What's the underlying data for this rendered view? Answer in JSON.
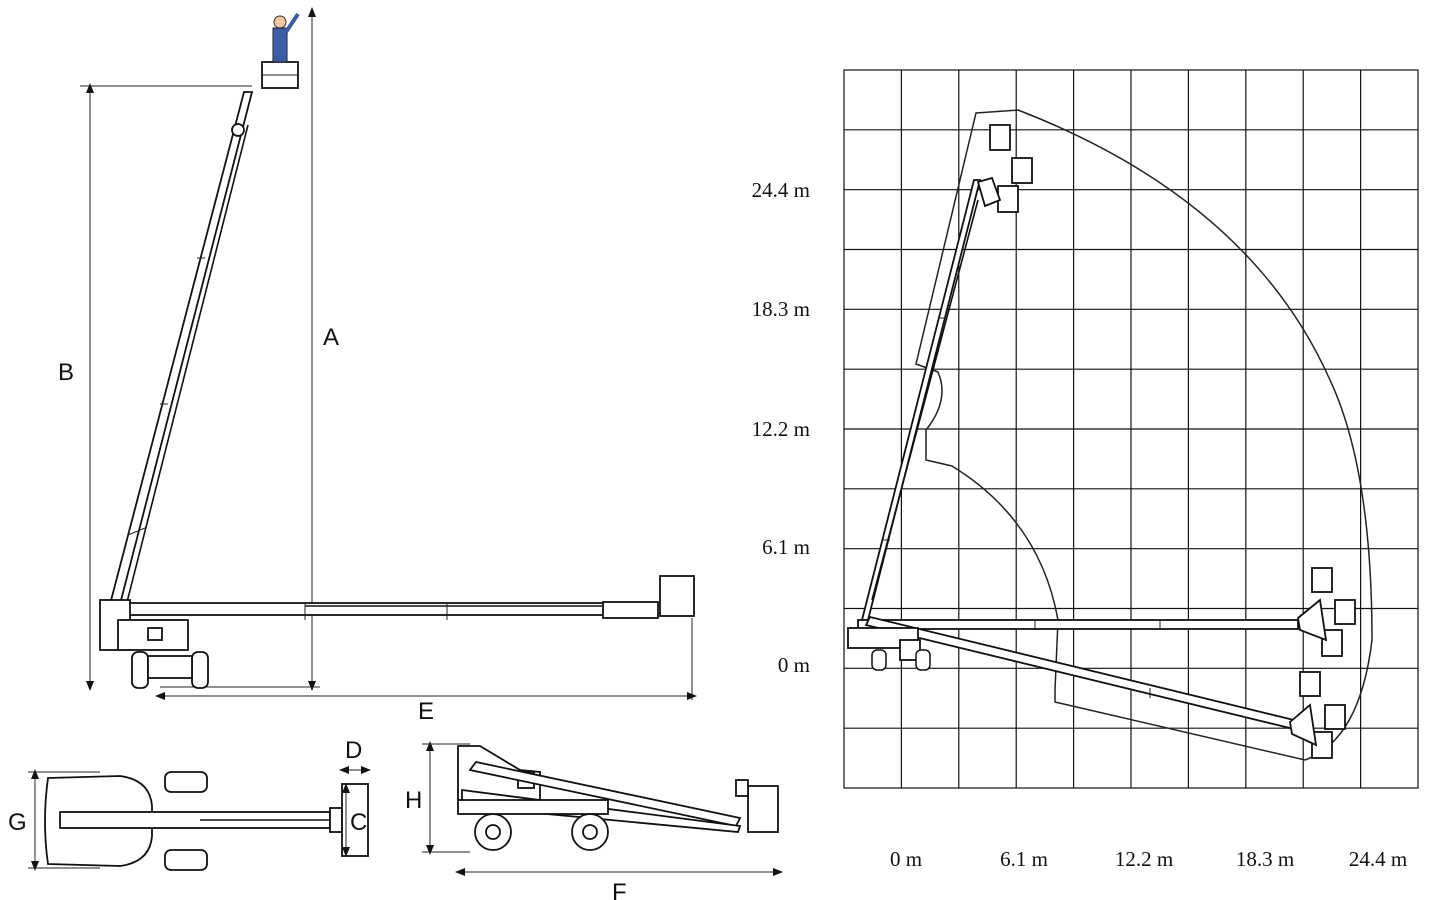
{
  "dimension_labels": {
    "a": "A",
    "b": "B",
    "c": "C",
    "d": "D",
    "e": "E",
    "f": "F",
    "g": "G",
    "h": "H"
  },
  "range_chart": {
    "y_labels": [
      "24.4 m",
      "18.3 m",
      "12.2 m",
      "6.1 m",
      "0 m"
    ],
    "x_labels": [
      "0 m",
      "6.1 m",
      "12.2 m",
      "18.3 m",
      "24.4 m"
    ]
  },
  "icons": [
    "operator-icon",
    "boom-lift-icon",
    "platform-basket-icon",
    "wheel-icon"
  ]
}
